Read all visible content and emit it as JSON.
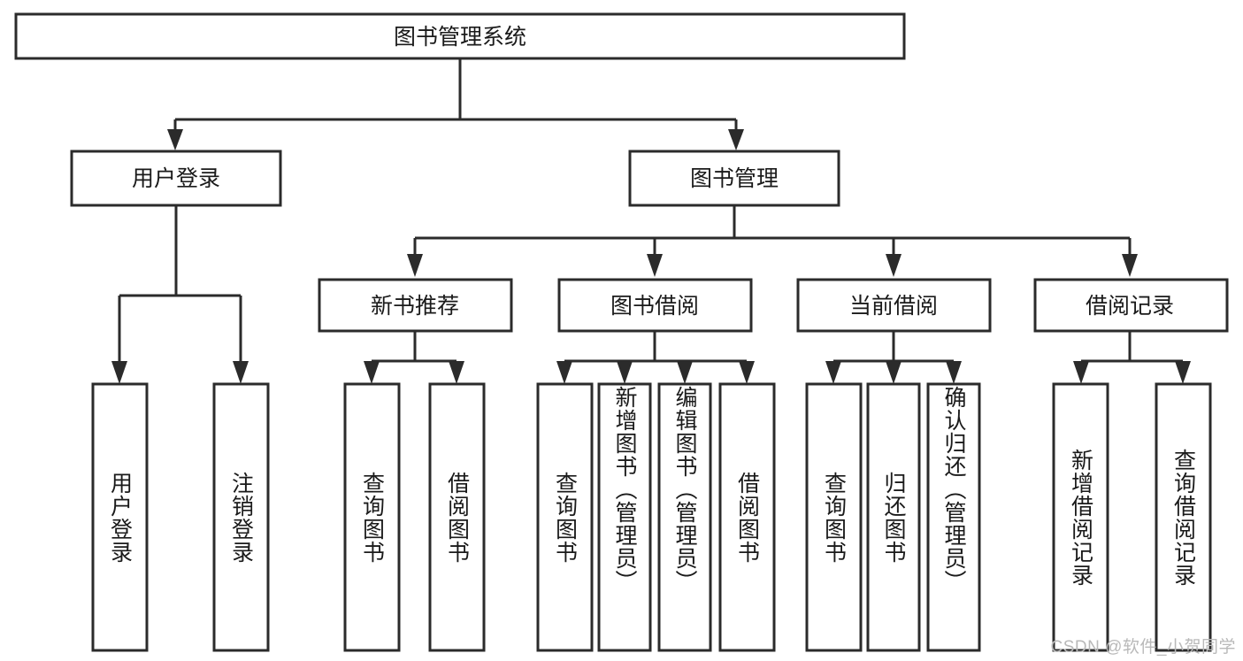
{
  "diagram": {
    "type": "tree-hierarchy-chart",
    "title": "图书管理系统",
    "root": {
      "label": "图书管理系统",
      "orientation": "horizontal"
    },
    "level2": [
      {
        "label": "用户登录",
        "orientation": "horizontal"
      },
      {
        "label": "图书管理",
        "orientation": "horizontal"
      }
    ],
    "level3": [
      {
        "label": "新书推荐",
        "orientation": "horizontal"
      },
      {
        "label": "图书借阅",
        "orientation": "horizontal"
      },
      {
        "label": "当前借阅",
        "orientation": "horizontal"
      },
      {
        "label": "借阅记录",
        "orientation": "horizontal"
      }
    ],
    "leaves": {
      "user_login": [
        {
          "label": "用户登录",
          "orientation": "vertical"
        },
        {
          "label": "注销登录",
          "orientation": "vertical"
        }
      ],
      "new_book_recommend": [
        {
          "label": "查询图书",
          "orientation": "vertical"
        },
        {
          "label": "借阅图书",
          "orientation": "vertical"
        }
      ],
      "book_borrow": [
        {
          "label": "查询图书",
          "orientation": "vertical"
        },
        {
          "label": "新增图书（管理员）",
          "orientation": "vertical"
        },
        {
          "label": "编辑图书（管理员）",
          "orientation": "vertical"
        },
        {
          "label": "借阅图书",
          "orientation": "vertical"
        }
      ],
      "current_borrow": [
        {
          "label": "查询图书",
          "orientation": "vertical"
        },
        {
          "label": "归还图书",
          "orientation": "vertical"
        },
        {
          "label": "确认归还（管理员）",
          "orientation": "vertical"
        }
      ],
      "borrow_record": [
        {
          "label": "新增借阅记录",
          "orientation": "vertical"
        },
        {
          "label": "查询借阅记录",
          "orientation": "vertical"
        }
      ]
    }
  },
  "watermark": {
    "text": "CSDN @软件_小贺同学"
  },
  "colors": {
    "background": "#ffffff",
    "box_fill": "#ffffff",
    "stroke": "#2b2b2b",
    "text": "#1a1a1a",
    "watermark": "#b9b9b9"
  }
}
